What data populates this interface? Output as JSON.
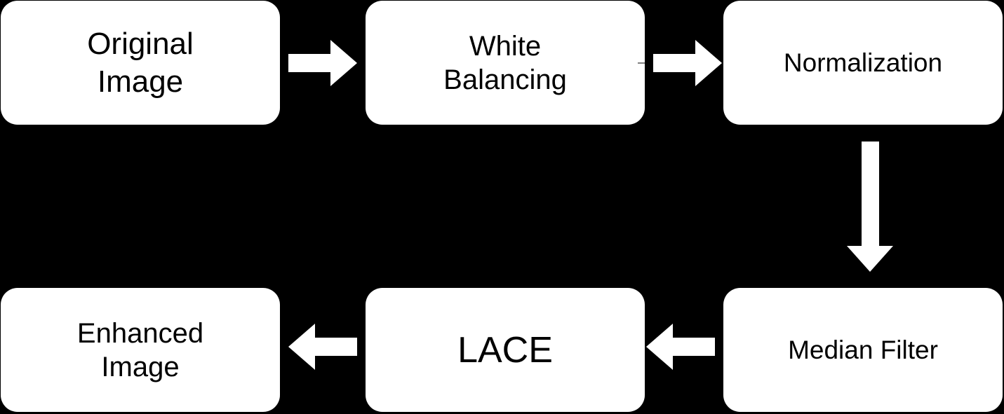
{
  "colors": {
    "background": "#000000",
    "box_fill": "#ffffff",
    "text": "#000000",
    "arrow": "#ffffff"
  },
  "steps": [
    {
      "id": "original_image",
      "label": "Original\nImage"
    },
    {
      "id": "white_balancing",
      "label": "White\nBalancing"
    },
    {
      "id": "normalization",
      "label": "Normalization"
    },
    {
      "id": "median_filter",
      "label": "Median Filter"
    },
    {
      "id": "lace",
      "label": "LACE"
    },
    {
      "id": "enhanced_image",
      "label": "Enhanced\nImage"
    }
  ],
  "connections": [
    {
      "from": "original_image",
      "to": "white_balancing"
    },
    {
      "from": "white_balancing",
      "to": "normalization"
    },
    {
      "from": "normalization",
      "to": "median_filter"
    },
    {
      "from": "median_filter",
      "to": "lace"
    },
    {
      "from": "lace",
      "to": "enhanced_image"
    }
  ]
}
